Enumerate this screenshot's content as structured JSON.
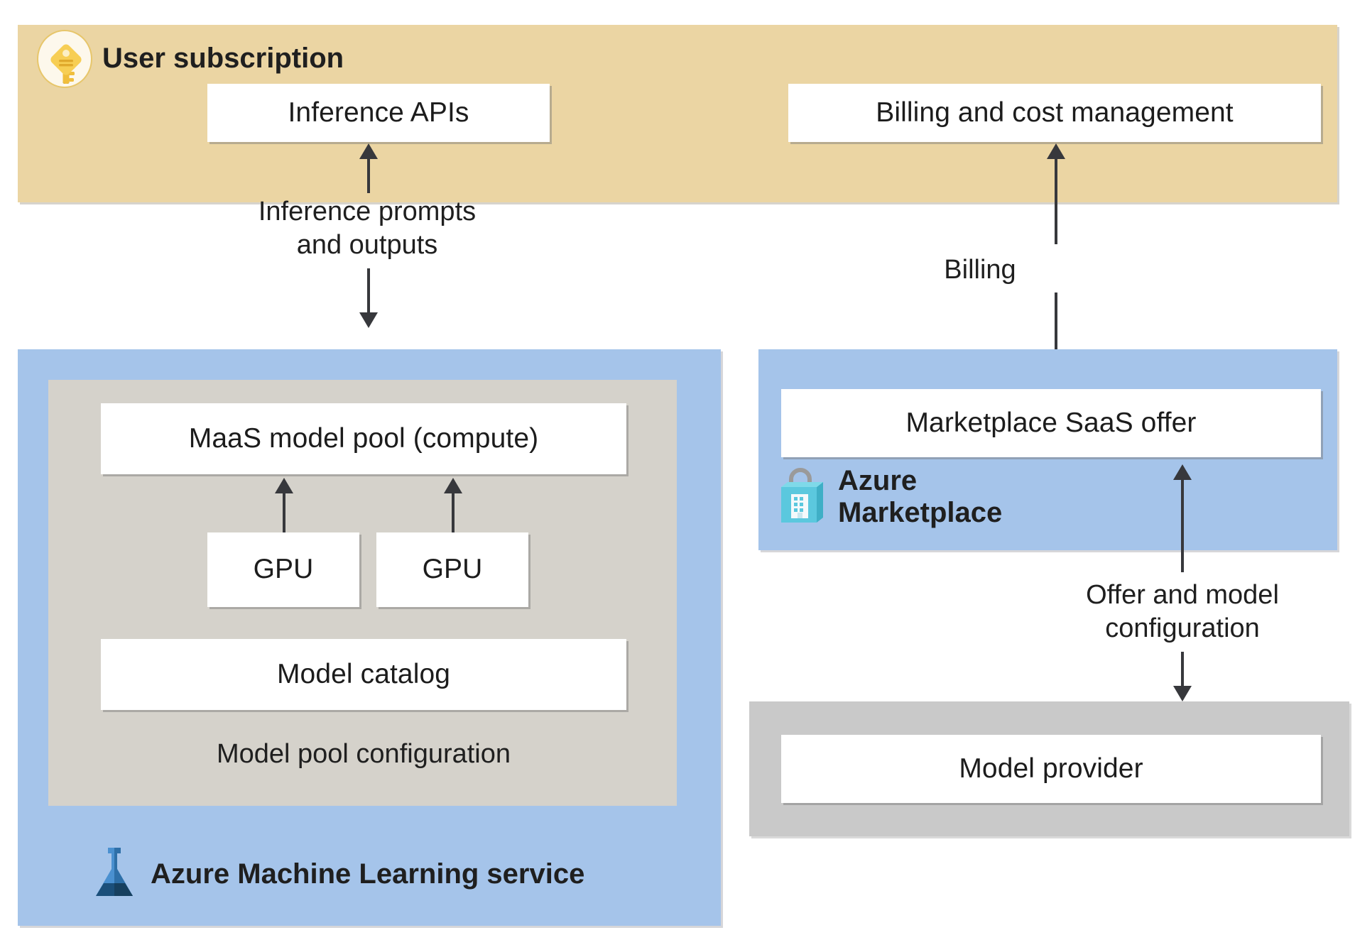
{
  "diagram": {
    "title_user_subscription": "User subscription",
    "title_azure_ml": "Azure Machine Learning service",
    "title_azure_marketplace": "Azure\nMarketplace"
  },
  "nodes": {
    "inference_apis": "Inference APIs",
    "billing_cost_management": "Billing and cost management",
    "maas_model_pool": "MaaS model pool (compute)",
    "gpu_left": "GPU",
    "gpu_right": "GPU",
    "model_catalog": "Model catalog",
    "model_pool_configuration": "Model pool configuration",
    "marketplace_saas_offer": "Marketplace SaaS offer",
    "model_provider": "Model provider"
  },
  "edges": {
    "inference_prompts_outputs": "Inference prompts\nand outputs",
    "billing": "Billing",
    "offer_and_model_configuration": "Offer and model\nconfiguration"
  },
  "icons": {
    "key": "key-icon",
    "azure_ml_flask": "azure-machine-learning-icon",
    "marketplace_bag": "azure-marketplace-icon"
  },
  "colors": {
    "subscription_band": "#EBD5A3",
    "service_band": "#A5C4EA",
    "inner_pool": "#D5D2CB",
    "provider_box": "#C9C9C9",
    "node_fill": "#FFFFFF",
    "arrow": "#37383C",
    "text": "#1F1F1F"
  }
}
